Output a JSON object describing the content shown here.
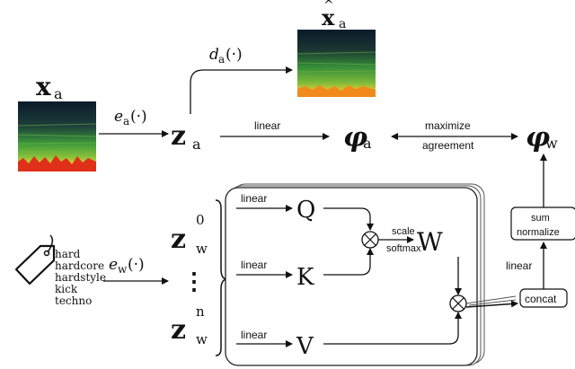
{
  "audio": {
    "input_symbol": "x",
    "input_sub": "a",
    "recon_symbol": "x",
    "recon_sub": "a",
    "encoder_fn": "e",
    "encoder_sub": "a",
    "encoder_arg": "(·)",
    "decoder_fn": "d",
    "decoder_sub": "a",
    "decoder_arg": "(·)",
    "latent_symbol": "z",
    "latent_sub": "a",
    "proj_label": "linear",
    "phi_symbol": "φ",
    "phi_sub": "a"
  },
  "contrastive": {
    "line1": "maximize",
    "line2": "agreement"
  },
  "word": {
    "phi_symbol": "φ",
    "phi_sub": "w",
    "tags": [
      "hard",
      "hardcore",
      "hardstyle",
      "kick",
      "techno"
    ],
    "encoder_fn": "e",
    "encoder_sub": "w",
    "encoder_arg": "(·)",
    "z_symbol": "z",
    "z_sub": "w",
    "z_sup_first": "0",
    "z_sup_last": "n",
    "ellipsis": "⋮"
  },
  "attention": {
    "linear_q": "linear",
    "linear_k": "linear",
    "linear_v": "linear",
    "q": "Q",
    "k": "K",
    "v": "V",
    "w": "W",
    "scale_line1": "scale",
    "scale_line2": "softmax",
    "multiply_symbol": "⊗"
  },
  "post": {
    "concat_label": "concat",
    "linear_label": "linear",
    "sum_line1": "sum",
    "sum_line2": "normalize"
  },
  "colors": {
    "ink": "#111111",
    "stroke": "#222222",
    "spectro_dark": "#0a1a2a",
    "spectro_green": "#3c9a3a",
    "spectro_yellow": "#e8d23a",
    "spectro_orange": "#f08a1c",
    "spectro_red": "#e0301a"
  }
}
